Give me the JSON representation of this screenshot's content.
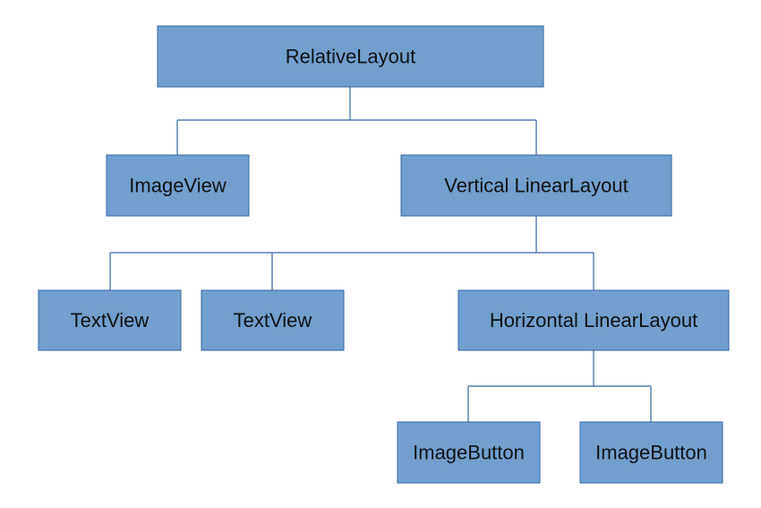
{
  "diagram": {
    "colors": {
      "node_fill": "#729fcf",
      "node_stroke": "#3465a4",
      "connector": "#3465a4",
      "text": "#111111",
      "background": "#ffffff"
    },
    "nodes": {
      "root": {
        "label": "RelativeLayout"
      },
      "image_view": {
        "label": "ImageView"
      },
      "vertical_layout": {
        "label": "Vertical LinearLayout"
      },
      "text_view_1": {
        "label": "TextView"
      },
      "text_view_2": {
        "label": "TextView"
      },
      "horizontal_layout": {
        "label": "Horizontal LinearLayout"
      },
      "image_button_1": {
        "label": "ImageButton"
      },
      "image_button_2": {
        "label": "ImageButton"
      }
    },
    "edges": [
      {
        "from": "root",
        "to": "image_view"
      },
      {
        "from": "root",
        "to": "vertical_layout"
      },
      {
        "from": "vertical_layout",
        "to": "text_view_1"
      },
      {
        "from": "vertical_layout",
        "to": "text_view_2"
      },
      {
        "from": "vertical_layout",
        "to": "horizontal_layout"
      },
      {
        "from": "horizontal_layout",
        "to": "image_button_1"
      },
      {
        "from": "horizontal_layout",
        "to": "image_button_2"
      }
    ]
  }
}
